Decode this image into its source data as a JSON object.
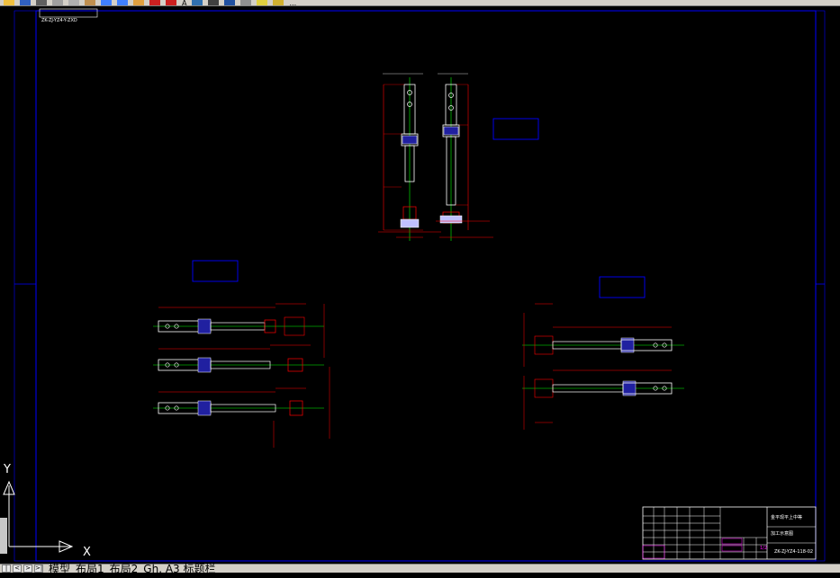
{
  "toolbar": {
    "icons": [
      "open-icon",
      "save-icon",
      "print-icon",
      "cut-icon",
      "copy-icon",
      "paste-icon",
      "undo-icon",
      "redo-icon",
      "pan-icon",
      "zoom-icon",
      "zoom-window-icon",
      "properties-icon",
      "layer-icon",
      "text-style-icon",
      "table-icon",
      "help-icon",
      "layer-manager-icon",
      "lightbulb-icon",
      "sun-icon",
      "lock-icon"
    ],
    "text_a": "A",
    "text_layer": "..."
  },
  "drawing": {
    "file_label": "ZK-ZJ-YZ4-Y-ZXD",
    "sheet_no": "1/2",
    "drawing_no": "ZK-ZJ-YZ4-118-02",
    "title_line1": "金平现平上中等",
    "title_line2": "加工示意图"
  },
  "ucs": {
    "x_label": "X",
    "y_label": "Y"
  },
  "tabs": [
    "模型",
    "布局1",
    "布局2",
    "Gh. A3 标题栏"
  ],
  "colors": {
    "bg": "#000000",
    "frame": "#0000ff",
    "dim": "#ff0000",
    "part": "#ffffff",
    "axis": "#00ff00",
    "hatch": "#ff00ff"
  }
}
